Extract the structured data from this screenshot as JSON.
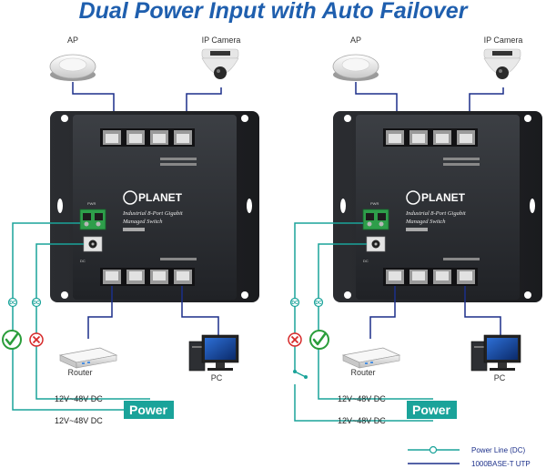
{
  "title": "Dual Power Input with Auto Failover",
  "devices": {
    "ap": "AP",
    "ip_camera": "IP Camera",
    "router": "Router",
    "pc": "PC"
  },
  "switch": {
    "brand": "PLANET",
    "model_line1": "Industrial 8-Port Gigabit",
    "model_line2": "Managed Switch",
    "pwr_label": "PWR",
    "dc_label": "DC"
  },
  "power": {
    "button_label": "Power",
    "voltage_1": "12V~48V DC",
    "voltage_2": "12V~48V DC"
  },
  "legend": {
    "power_line": "Power Line (DC)",
    "utp": "1000BASE-T UTP"
  },
  "colors": {
    "title": "#1f5fae",
    "power_line": "#1aa39a",
    "utp_line": "#1b2f8a",
    "ok": "#2a9d3a",
    "fail": "#d62a2a"
  }
}
